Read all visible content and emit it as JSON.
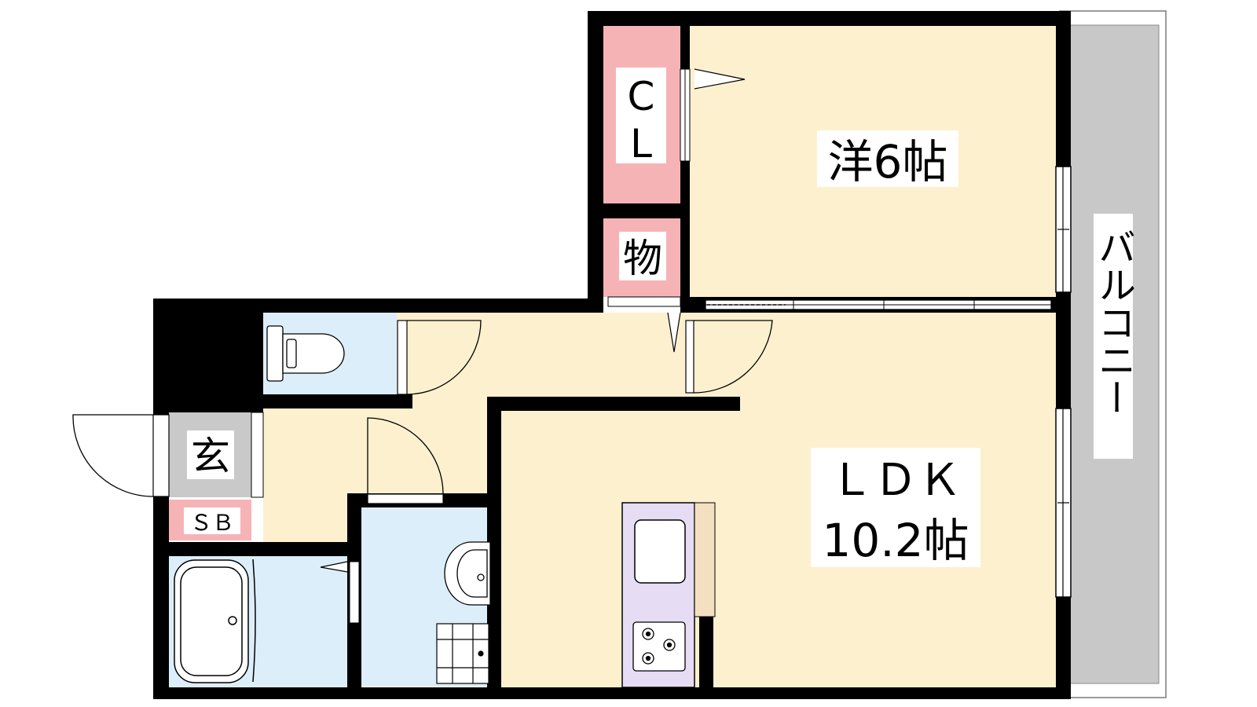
{
  "rooms": {
    "closet": {
      "line1": "C",
      "line2": "L"
    },
    "storage": "物",
    "bedroom": "洋6帖",
    "ldk": {
      "line1": "ＬＤＫ",
      "line2": "10.2帖"
    },
    "entrance": "玄",
    "shoe_box": "ＳＢ",
    "balcony": "バルコニー"
  },
  "colors": {
    "wall": "#000000",
    "floor_wood": "#fdf0cf",
    "wet_area": "#ddeefb",
    "closet": "#f6b3b6",
    "entrance_floor": "#c9c9c9",
    "balcony": "#c8c8c8",
    "kitchen": "#e6dcf3"
  }
}
